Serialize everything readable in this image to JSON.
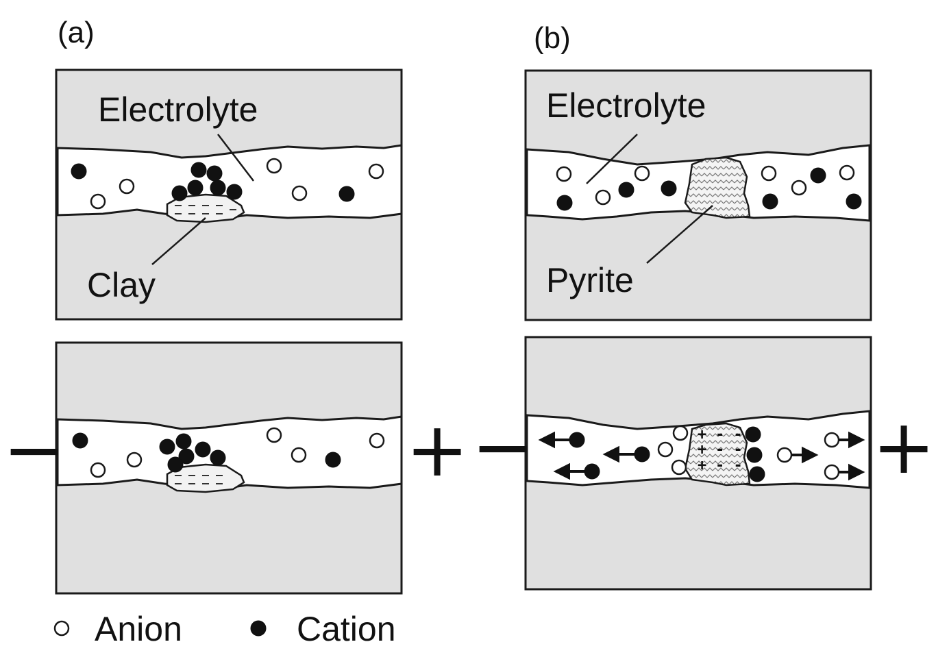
{
  "panels": {
    "a": {
      "label": "(a)"
    },
    "b": {
      "label": "(b)"
    }
  },
  "labels": {
    "electrolyte_a": "Electrolyte",
    "clay": "Clay",
    "electrolyte_b": "Electrolyte",
    "pyrite": "Pyrite"
  },
  "signs": {
    "minus": "−",
    "plus": "+"
  },
  "legend": {
    "anion": "Anion",
    "cation": "Cation"
  },
  "colors": {
    "rock": "#e0e0e0",
    "pore": "#ffffff",
    "ink": "#111111"
  }
}
